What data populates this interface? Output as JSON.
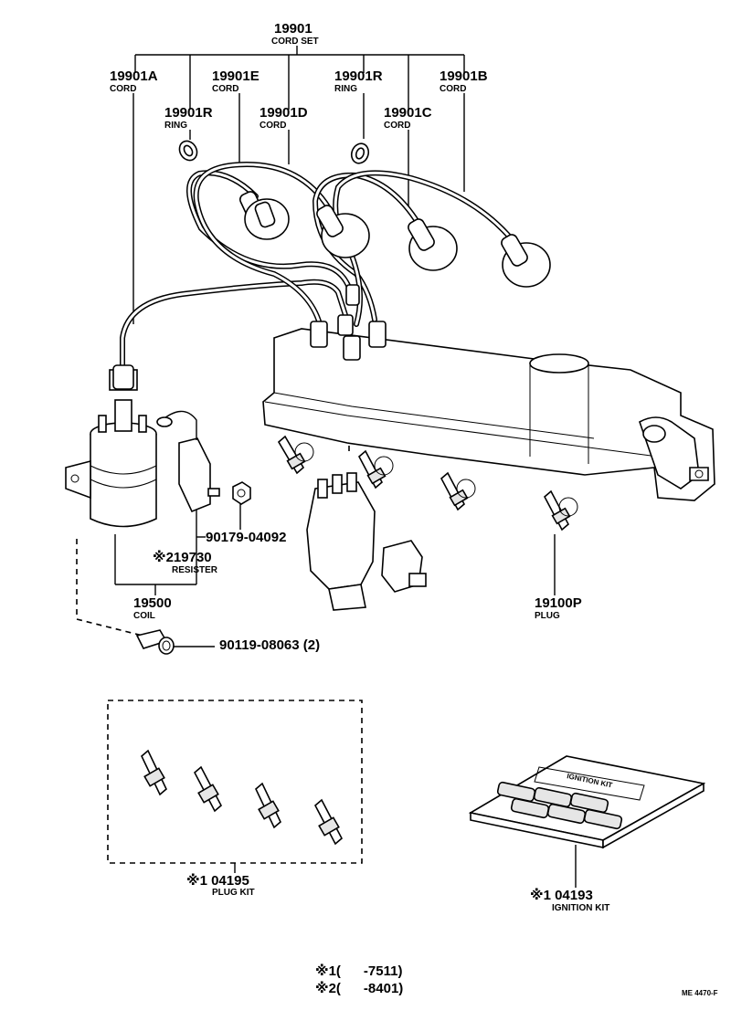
{
  "cord_set": {
    "number": "19901",
    "name": "CORD SET"
  },
  "cord_a": {
    "number": "19901A",
    "name": "CORD"
  },
  "cord_e": {
    "number": "19901E",
    "name": "CORD"
  },
  "ring_left_top": {
    "number": "19901R",
    "name": "RING"
  },
  "cord_b": {
    "number": "19901B",
    "name": "CORD"
  },
  "ring_left": {
    "number": "19901R",
    "name": "RING"
  },
  "cord_d": {
    "number": "19901D",
    "name": "CORD"
  },
  "cord_c": {
    "number": "19901C",
    "name": "CORD"
  },
  "nut": {
    "number": "90179-04092"
  },
  "resister": {
    "number": "※219730",
    "name": "RESISTER"
  },
  "coil": {
    "number": "19500",
    "name": "COIL"
  },
  "plug": {
    "number": "19100P",
    "name": "PLUG"
  },
  "bolt": {
    "number": "90119-08063 (2)"
  },
  "plug_kit": {
    "number": "※1 04195",
    "name": "PLUG KIT"
  },
  "ignition_kit": {
    "number": "※1 04193",
    "name": "IGNITION KIT",
    "box_text": "IGNITION KIT"
  },
  "footnotes": [
    {
      "text": "※1(      -7511)"
    },
    {
      "text": "※2(      -8401)"
    }
  ],
  "drawing_code": "ME 4470-F"
}
